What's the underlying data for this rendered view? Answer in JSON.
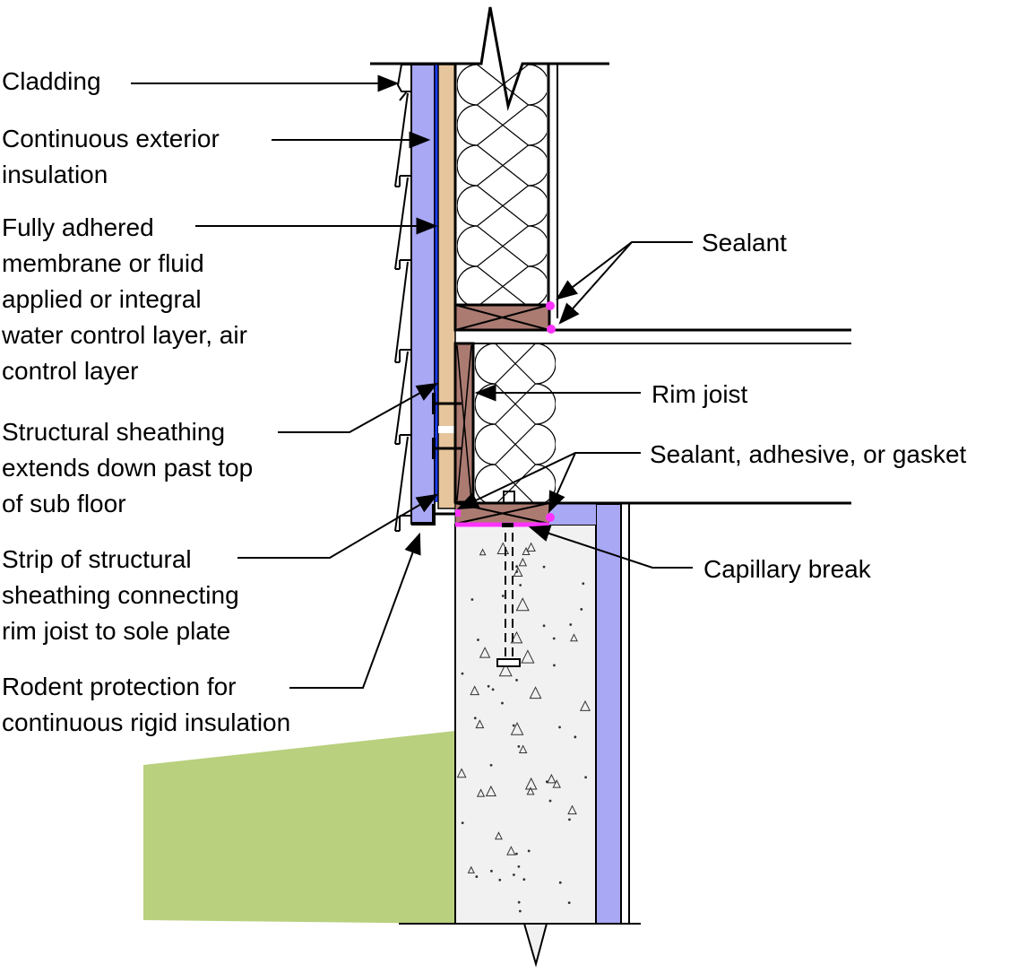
{
  "diagram": {
    "title": "Wall-to-foundation and rim joist detail with continuous exterior insulation",
    "colors": {
      "exterior_insulation": "#a8a8f5",
      "water_control_layer": "#1a3cff",
      "sheathing": "#e6c59c",
      "wood_framing": "#ab7b72",
      "sealant": "#ff33ff",
      "concrete": "#f1f1f1",
      "grade": "#b9d17f",
      "line": "#000000"
    },
    "labels": [
      {
        "id": "cladding",
        "lines": [
          "Cladding"
        ]
      },
      {
        "id": "continuous-exterior-insulation",
        "lines": [
          "Continuous exterior",
          "insulation"
        ]
      },
      {
        "id": "water-air-control-layer",
        "lines": [
          "Fully adhered",
          "membrane or fluid",
          "applied or integral",
          "water control layer, air",
          "control layer"
        ]
      },
      {
        "id": "structural-sheathing",
        "lines": [
          "Structural sheathing",
          "extends down past top",
          "of sub floor"
        ]
      },
      {
        "id": "sheathing-strip",
        "lines": [
          "Strip of structural",
          "sheathing connecting",
          "rim joist to sole plate"
        ]
      },
      {
        "id": "rodent-protection",
        "lines": [
          "Rodent protection for",
          "continuous rigid insulation"
        ]
      },
      {
        "id": "sealant",
        "lines": [
          "Sealant"
        ]
      },
      {
        "id": "rim-joist",
        "lines": [
          "Rim joist"
        ]
      },
      {
        "id": "sealant-adhesive-gasket",
        "lines": [
          "Sealant, adhesive, or gasket"
        ]
      },
      {
        "id": "capillary-break",
        "lines": [
          "Capillary break"
        ]
      }
    ]
  }
}
